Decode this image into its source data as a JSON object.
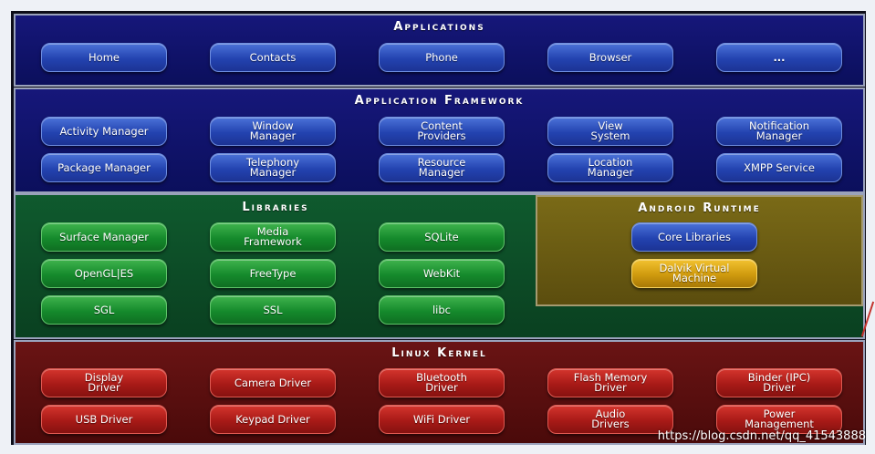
{
  "layers": {
    "applications": {
      "title": "Applications",
      "items": [
        "Home",
        "Contacts",
        "Phone",
        "Browser",
        "..."
      ]
    },
    "framework": {
      "title": "Application Framework",
      "row1": [
        "Activity Manager",
        "Window\nManager",
        "Content\nProviders",
        "View\nSystem",
        "Notification\nManager"
      ],
      "row2": [
        "Package Manager",
        "Telephony\nManager",
        "Resource\nManager",
        "Location\nManager",
        "XMPP Service"
      ]
    },
    "libraries": {
      "title": "Libraries",
      "row1": [
        "Surface Manager",
        "Media\nFramework",
        "SQLite"
      ],
      "row2": [
        "OpenGL|ES",
        "FreeType",
        "WebKit"
      ],
      "row3": [
        "SGL",
        "SSL",
        "libc"
      ]
    },
    "runtime": {
      "title": "Android Runtime",
      "core": "Core Libraries",
      "dalvik": "Dalvik Virtual\nMachine"
    },
    "kernel": {
      "title": "Linux Kernel",
      "row1": [
        "Display\nDriver",
        "Camera Driver",
        "Bluetooth\nDriver",
        "Flash Memory\nDriver",
        "Binder (IPC)\nDriver"
      ],
      "row2": [
        "USB Driver",
        "Keypad Driver",
        "WiFi Driver",
        "Audio\nDrivers",
        "Power\nManagement"
      ]
    }
  },
  "watermark": "https://blog.csdn.net/qq_41543888",
  "colors": {
    "blue_layer": "#16177a",
    "green_layer": "#0f5a2e",
    "gold_layer": "#7a6a17",
    "red_layer": "#6a1414"
  }
}
